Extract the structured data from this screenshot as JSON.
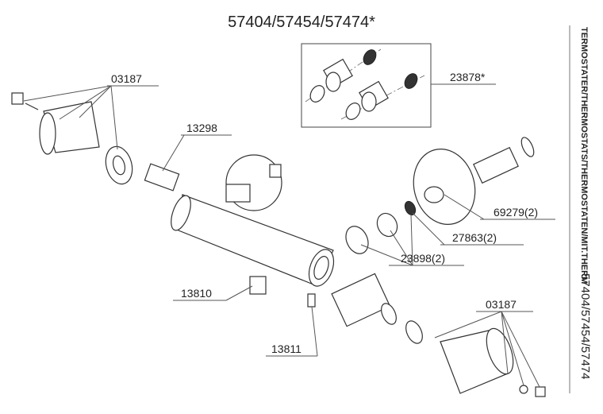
{
  "title": "57404/57454/57474*",
  "side_text": {
    "category": "TERMOSTATER/THERMOSTATS/THERMOSTATEN/MIT.THERM",
    "models": "57404/57454/57474"
  },
  "parts": [
    {
      "id": "cap-handle-top",
      "number": "03187"
    },
    {
      "id": "cartridge-small",
      "number": "13298"
    },
    {
      "id": "inlet-kit",
      "number": "23878*"
    },
    {
      "id": "cover-plate",
      "number": "69279(2)"
    },
    {
      "id": "filter",
      "number": "27863(2)"
    },
    {
      "id": "union-nut",
      "number": "23898(2)"
    },
    {
      "id": "stopper",
      "number": "13810"
    },
    {
      "id": "screw",
      "number": "13811"
    },
    {
      "id": "cap-handle-bottom",
      "number": "03187"
    }
  ]
}
